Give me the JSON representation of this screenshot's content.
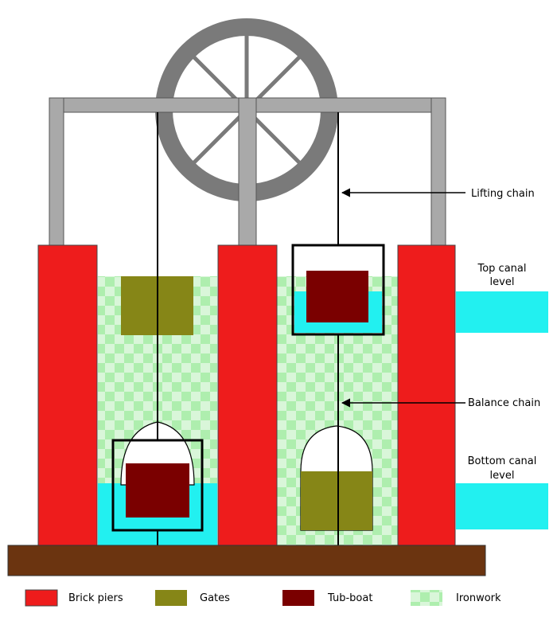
{
  "annotations": {
    "lifting_chain": "Lifting chain",
    "top_canal_line1": "Top canal",
    "top_canal_line2": "level",
    "balance_chain": "Balance chain",
    "bottom_canal_line1": "Bottom canal",
    "bottom_canal_line2": "level"
  },
  "legend": {
    "items": [
      {
        "label": "Brick piers",
        "color": "#ee1c1c"
      },
      {
        "label": "Gates",
        "color": "#868617"
      },
      {
        "label": "Tub-boat",
        "color": "#7a0000"
      },
      {
        "label": "Ironwork",
        "color": "#b3f5b3"
      }
    ]
  },
  "colors": {
    "frame": "#a9a9a9",
    "wheel": "#7a7a7a",
    "water": "#22f0f0",
    "ground": "#6b3410",
    "chain": "#000000"
  }
}
